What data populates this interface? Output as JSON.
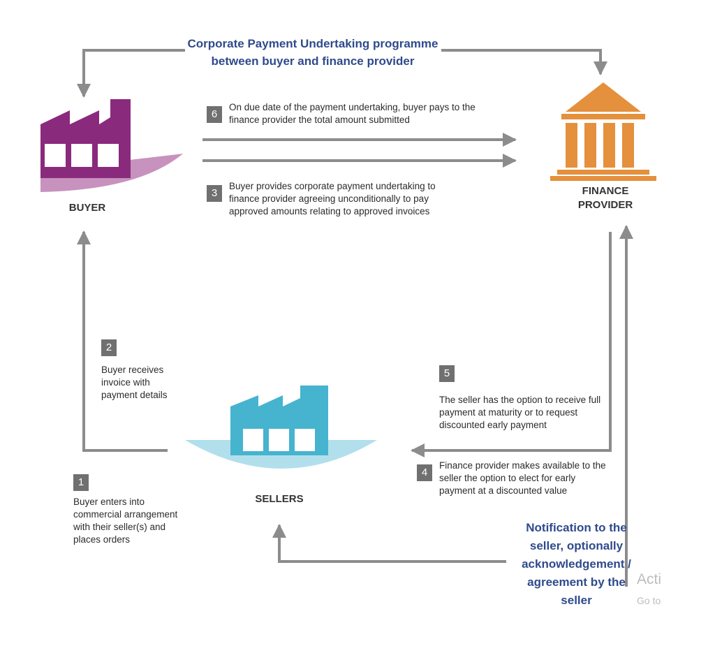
{
  "colors": {
    "buyer": "#8a2a7d",
    "buyer_wave": "#c792bd",
    "seller": "#46b3cf",
    "seller_wave": "#b1dfec",
    "finance": "#e4903c",
    "arrow": "#8c8c8c",
    "heading": "#2f4a8c",
    "step_box": "#707070"
  },
  "top_heading": "Corporate Payment Undertaking programme between buyer and finance provider",
  "bottom_heading": "Notification to the seller, optionally acknowledgement / agreement by the seller",
  "nodes": {
    "buyer": {
      "label": "BUYER",
      "icon": "factory-icon"
    },
    "finance": {
      "label": "FINANCE PROVIDER",
      "icon": "bank-icon"
    },
    "sellers": {
      "label": "SELLERS",
      "icon": "factory-icon"
    }
  },
  "steps": [
    {
      "number": "1",
      "text": "Buyer enters into commercial arrangement with their seller(s) and places orders"
    },
    {
      "number": "2",
      "text": "Buyer receives invoice with payment details"
    },
    {
      "number": "3",
      "text": "Buyer provides corporate payment undertaking to finance provider agreeing unconditionally to pay approved amounts relating to approved invoices"
    },
    {
      "number": "4",
      "text": "Finance provider makes available to the seller the option to elect for early payment at a discounted value"
    },
    {
      "number": "5",
      "text": "The seller has the option to receive full payment at maturity or to request discounted early payment"
    },
    {
      "number": "6",
      "text": "On due date of the payment undertaking, buyer pays to the finance provider the total amount submitted"
    }
  ],
  "watermark": {
    "line1": "Acti",
    "line2": "Go to"
  }
}
